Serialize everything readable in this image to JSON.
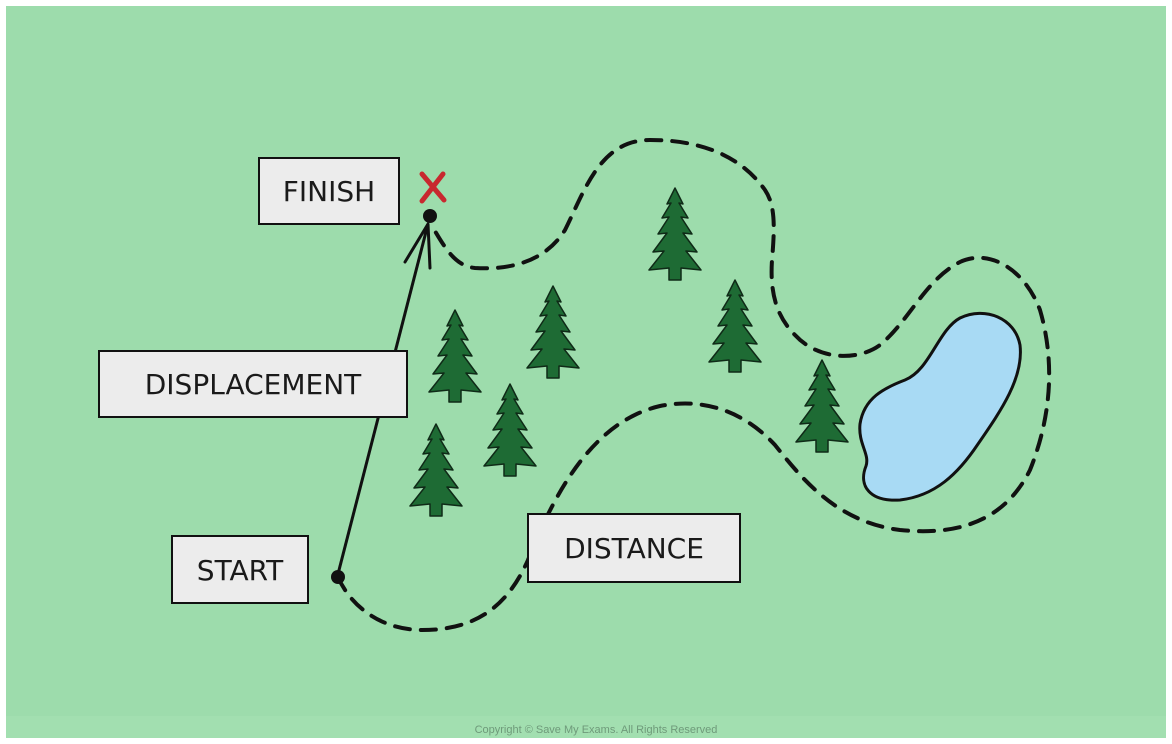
{
  "labels": {
    "finish": "FINISH",
    "displacement": "DISPLACEMENT",
    "start": "START",
    "distance": "DISTANCE"
  },
  "copyright": "Copyright © Save My Exams. All Rights Reserved",
  "colors": {
    "background": "#9ddcac",
    "tree": "#1e6b34",
    "lake": "#a8daf4",
    "finish_mark": "#c8282f",
    "label_box": "#ececec",
    "path": "#111111"
  },
  "icons": {
    "finish_mark": "x-mark-icon",
    "tree": "pine-tree-icon",
    "lake": "lake-icon"
  }
}
